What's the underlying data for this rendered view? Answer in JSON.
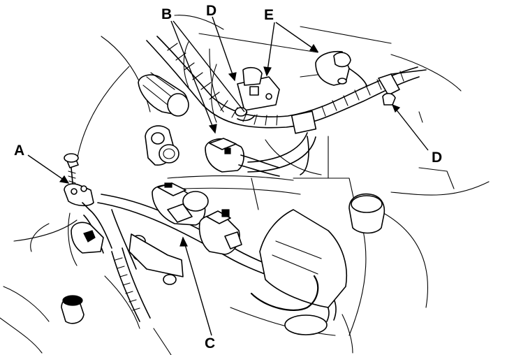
{
  "diagram": {
    "callouts": [
      {
        "id": "A",
        "label": "A"
      },
      {
        "id": "B",
        "label": "B"
      },
      {
        "id": "C",
        "label": "C"
      },
      {
        "id": "D1",
        "label": "D"
      },
      {
        "id": "D2",
        "label": "D"
      },
      {
        "id": "E",
        "label": "E"
      }
    ]
  }
}
